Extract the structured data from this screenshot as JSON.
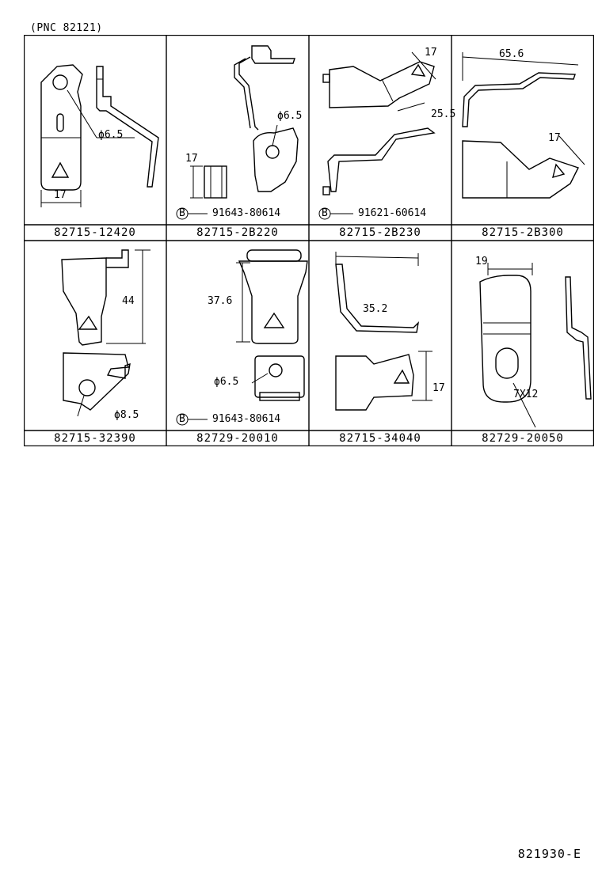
{
  "header": {
    "pnc": "(PNC 82121)"
  },
  "footer": {
    "code": "821930-E"
  },
  "cells": [
    {
      "part": "82715-12420",
      "dims": [
        "ϕ6.5",
        "17"
      ],
      "bolt": ""
    },
    {
      "part": "82715-2B220",
      "dims": [
        "ϕ6.5",
        "17"
      ],
      "bolt": "91643-80614"
    },
    {
      "part": "82715-2B230",
      "dims": [
        "17",
        "25.5"
      ],
      "bolt": "91621-60614"
    },
    {
      "part": "82715-2B300",
      "dims": [
        "65.6",
        "17"
      ],
      "bolt": ""
    },
    {
      "part": "82715-32390",
      "dims": [
        "44",
        "ϕ8.5"
      ],
      "bolt": ""
    },
    {
      "part": "82729-20010",
      "dims": [
        "37.6",
        "ϕ6.5"
      ],
      "bolt": "91643-80614"
    },
    {
      "part": "82715-34040",
      "dims": [
        "35.2",
        "17"
      ],
      "bolt": ""
    },
    {
      "part": "82729-20050",
      "dims": [
        "19",
        "7X12"
      ],
      "bolt": ""
    }
  ],
  "bolt_marker": "B"
}
